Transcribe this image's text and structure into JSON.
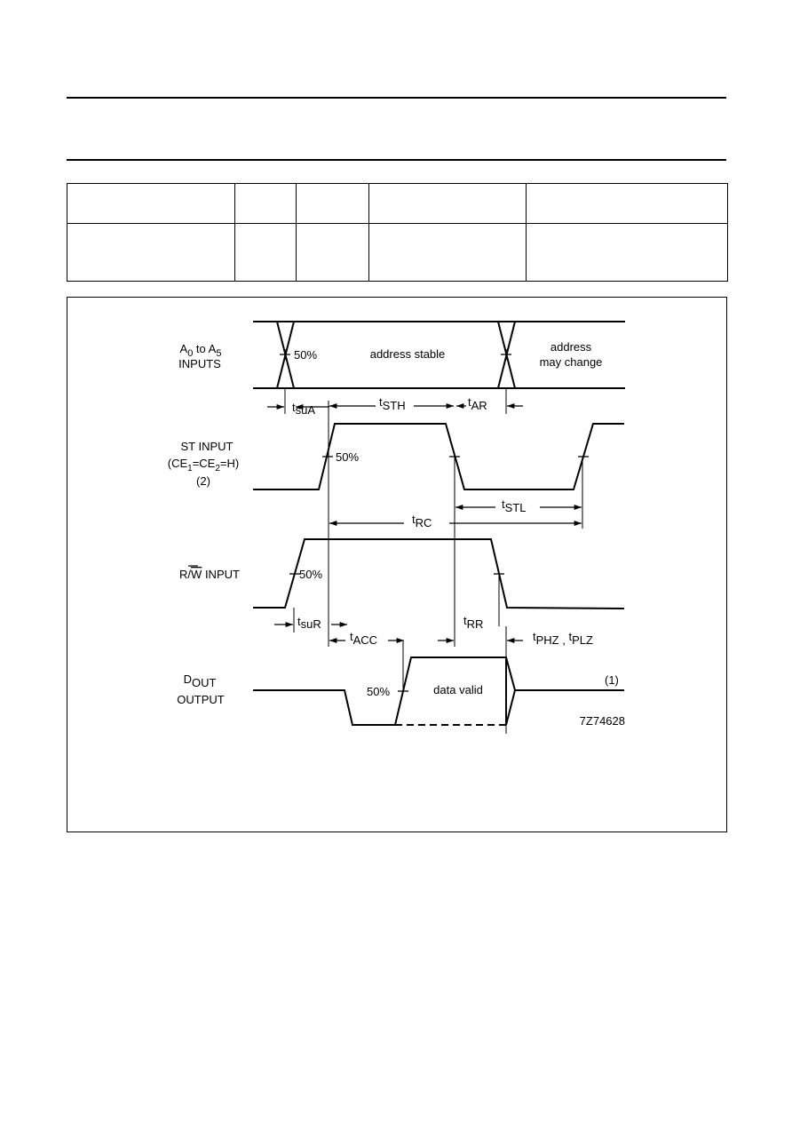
{
  "diagram": {
    "signals": {
      "address": {
        "label_main": "A",
        "label_sub0": "0",
        "label_to": " to A",
        "label_sub5": "5",
        "label_line2": "INPUTS"
      },
      "st": {
        "line1": "ST INPUT",
        "line2_a": "(CE",
        "line2_sub1": "1",
        "line2_b": "=CE",
        "line2_sub2": "2",
        "line2_c": "=H)",
        "line3": "(2)"
      },
      "rw": {
        "label_r": "R/",
        "label_w": "W",
        "label_rest": " INPUT"
      },
      "dout": {
        "label_d": "D",
        "label_sub": "OUT",
        "line2": "OUTPUT"
      }
    },
    "annotations": {
      "address_stable": "address stable",
      "address_may_change_1": "address",
      "address_may_change_2": "may change",
      "pct_addr": "50%",
      "pct_st": "50%",
      "pct_rw": "50%",
      "pct_dout": "50%",
      "data_valid": "data valid",
      "note_1": "(1)",
      "figure_code": "7Z74628"
    },
    "timings": {
      "tsuA": {
        "t": "t",
        "sub": "suA"
      },
      "tSTH": {
        "t": "t",
        "sub": "STH"
      },
      "tAR": {
        "t": "t",
        "sub": "AR"
      },
      "tSTL": {
        "t": "t",
        "sub": "STL"
      },
      "tRC": {
        "t": "t",
        "sub": "RC"
      },
      "tsuR": {
        "t": "t",
        "sub": "suR"
      },
      "tACC": {
        "t": "t",
        "sub": "ACC"
      },
      "tRR": {
        "t": "t",
        "sub": "RR"
      },
      "tPHZ": {
        "t": "t",
        "sub1": "PHZ",
        "sep": " , ",
        "t2": "t",
        "sub2": "PLZ"
      }
    }
  }
}
